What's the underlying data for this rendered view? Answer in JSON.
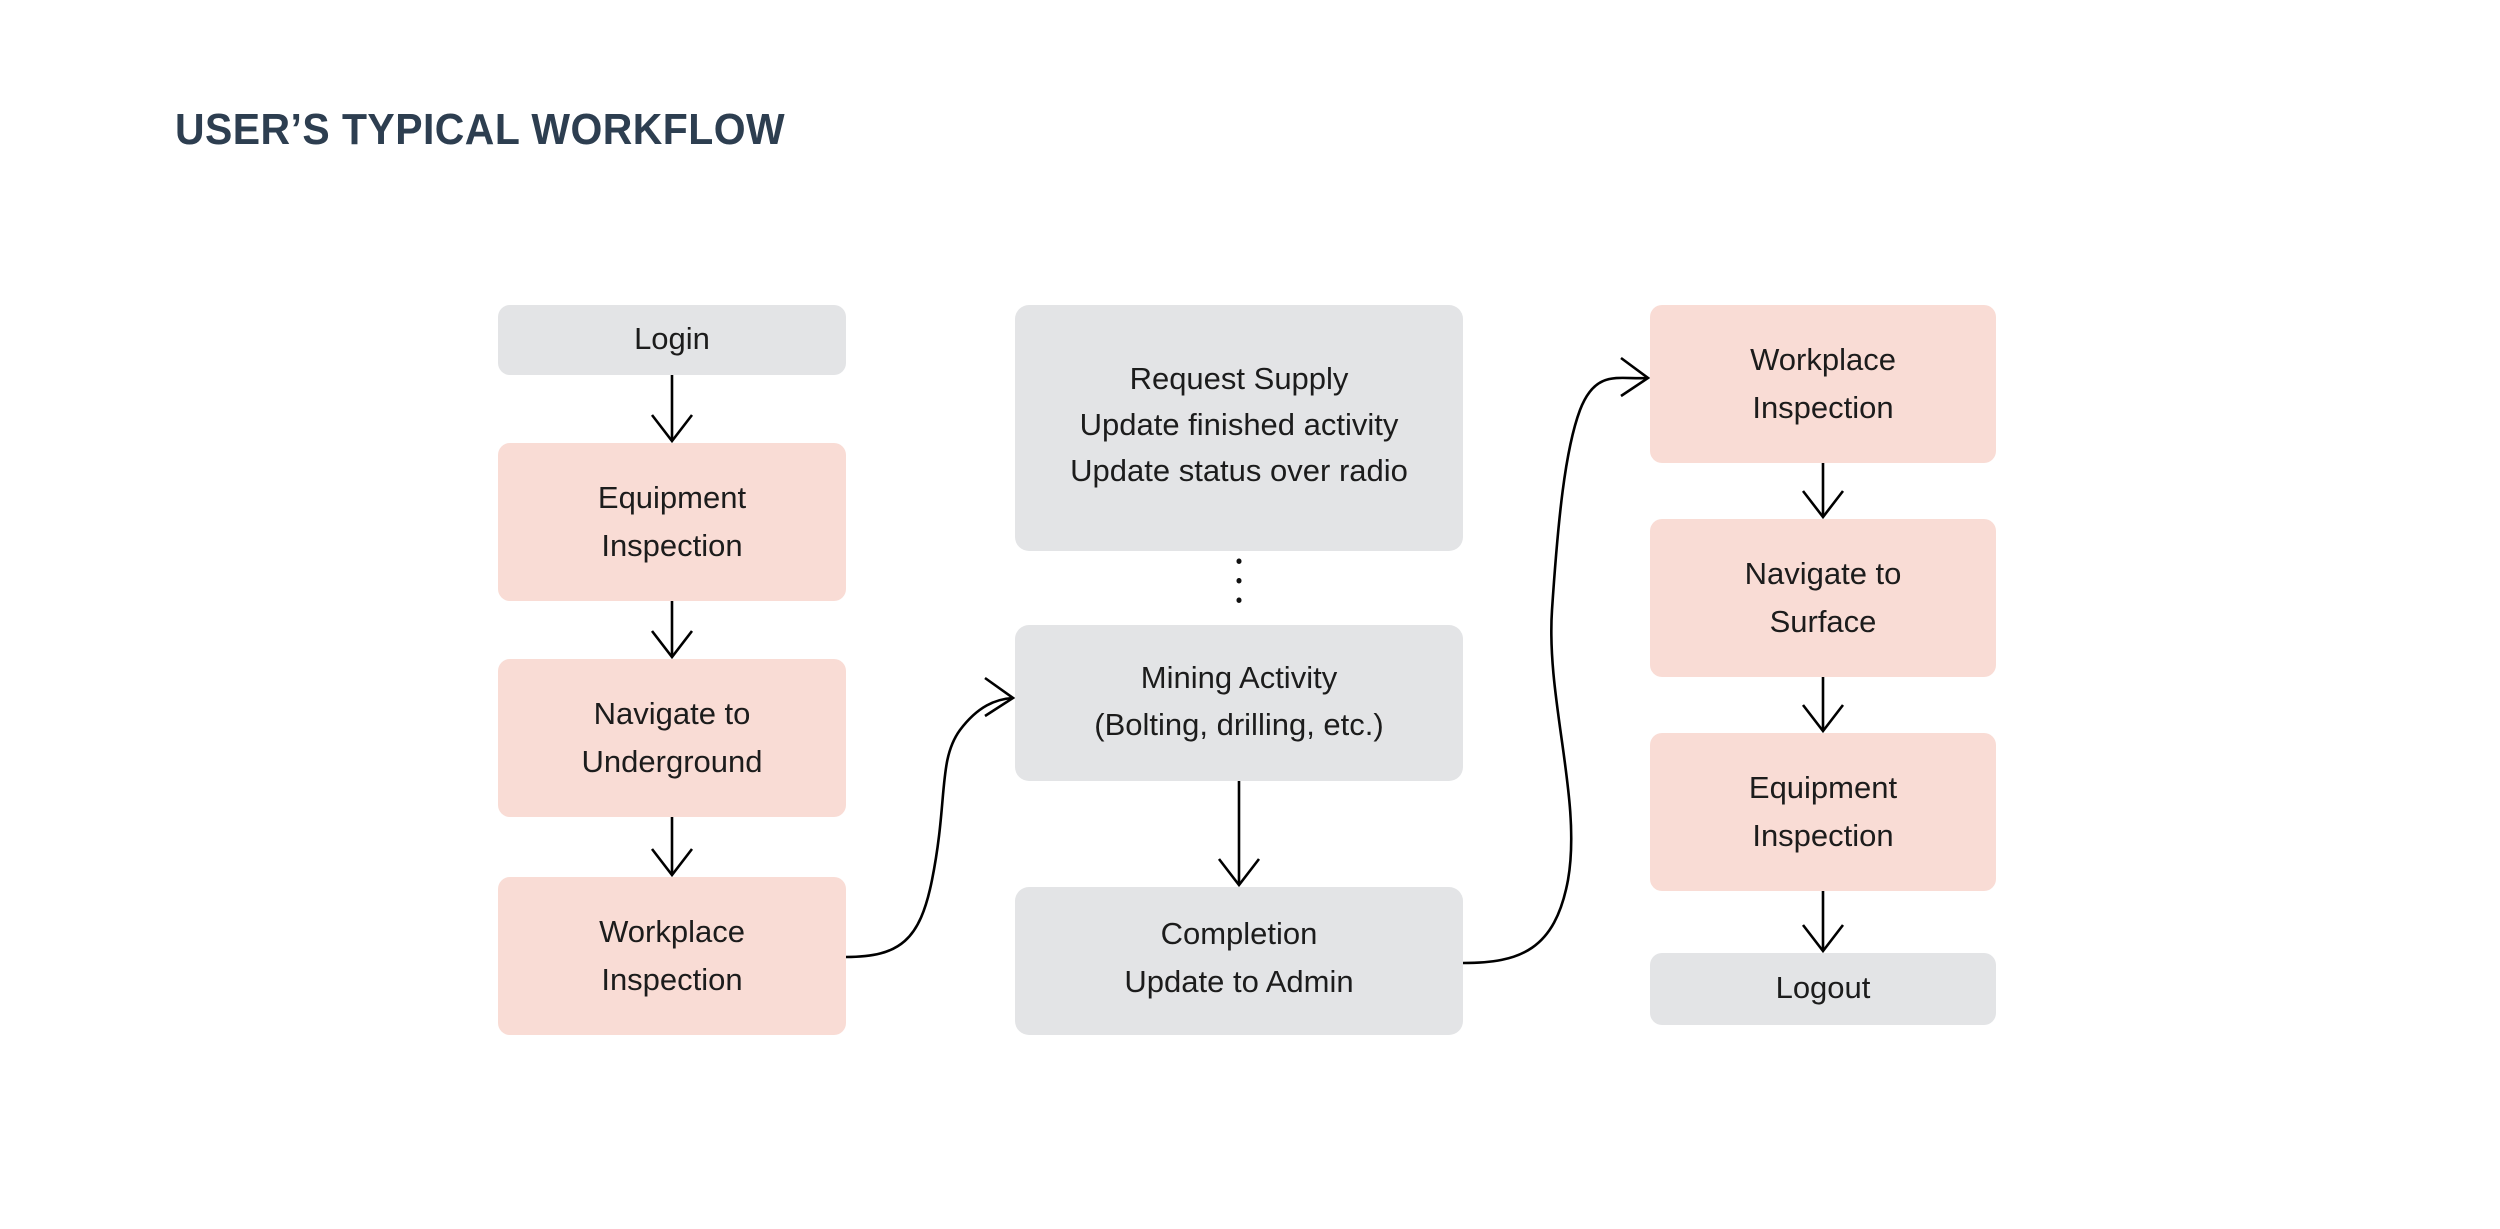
{
  "page": {
    "title": "USER’S TYPICAL WORKFLOW",
    "background_color": "#ffffff",
    "title_color": "#2d3e50"
  },
  "colors": {
    "node_gray": "#e3e4e6",
    "node_pink": "#f9dcd5",
    "text": "#1c1c1c",
    "connector": "#000000"
  },
  "columns": [
    {
      "name": "underground-entry-column",
      "nodes": [
        {
          "id": "login",
          "label": "Login",
          "lines": [
            "Login"
          ],
          "style": "gray"
        },
        {
          "id": "equipment-inspection-start",
          "label": "Equipment Inspection",
          "lines": [
            "Equipment",
            "Inspection"
          ],
          "style": "pink"
        },
        {
          "id": "navigate-to-underground",
          "label": "Navigate to Underground",
          "lines": [
            "Navigate to",
            "Underground"
          ],
          "style": "pink"
        },
        {
          "id": "workplace-inspection-underground",
          "label": "Workplace Inspection",
          "lines": [
            "Workplace",
            "Inspection"
          ],
          "style": "pink"
        }
      ]
    },
    {
      "name": "mining-activity-column",
      "nodes": [
        {
          "id": "supply-and-status-updates",
          "label": "Request Supply / Update finished activity / Update status over radio",
          "lines": [
            "Request Supply",
            "Update finished activity",
            "Update status over radio"
          ],
          "style": "gray"
        },
        {
          "id": "mining-activity",
          "label": "Mining Activity (Bolting, drilling, etc.)",
          "lines": [
            "Mining Activity",
            "(Bolting, drilling, etc.)"
          ],
          "style": "gray"
        },
        {
          "id": "completion-update-to-admin",
          "label": "Completion Update to Admin",
          "lines": [
            "Completion",
            "Update to Admin"
          ],
          "style": "gray"
        }
      ]
    },
    {
      "name": "surface-exit-column",
      "nodes": [
        {
          "id": "workplace-inspection-exit",
          "label": "Workplace Inspection",
          "lines": [
            "Workplace",
            "Inspection"
          ],
          "style": "pink"
        },
        {
          "id": "navigate-to-surface",
          "label": "Navigate to Surface",
          "lines": [
            "Navigate to",
            "Surface"
          ],
          "style": "pink"
        },
        {
          "id": "equipment-inspection-end",
          "label": "Equipment Inspection",
          "lines": [
            "Equipment",
            "Inspection"
          ],
          "style": "pink"
        },
        {
          "id": "logout",
          "label": "Logout",
          "lines": [
            "Logout"
          ],
          "style": "gray"
        }
      ]
    }
  ],
  "connectors": [
    {
      "id": "login-to-equipment-inspection",
      "from": "login",
      "to": "equipment-inspection-start",
      "type": "straight-arrow"
    },
    {
      "id": "equipment-inspection-to-navigate-underground",
      "from": "equipment-inspection-start",
      "to": "navigate-to-underground",
      "type": "straight-arrow"
    },
    {
      "id": "navigate-underground-to-workplace-inspection",
      "from": "navigate-to-underground",
      "to": "workplace-inspection-underground",
      "type": "straight-arrow"
    },
    {
      "id": "workplace-inspection-to-mining-activity",
      "from": "workplace-inspection-underground",
      "to": "mining-activity",
      "type": "curved-arrow"
    },
    {
      "id": "supply-updates-to-mining-activity",
      "from": "supply-and-status-updates",
      "to": "mining-activity",
      "type": "dotted"
    },
    {
      "id": "mining-activity-to-completion",
      "from": "mining-activity",
      "to": "completion-update-to-admin",
      "type": "straight-arrow"
    },
    {
      "id": "completion-to-workplace-inspection-exit",
      "from": "completion-update-to-admin",
      "to": "workplace-inspection-exit",
      "type": "curved-arrow"
    },
    {
      "id": "workplace-inspection-exit-to-navigate-surface",
      "from": "workplace-inspection-exit",
      "to": "navigate-to-surface",
      "type": "straight-arrow"
    },
    {
      "id": "navigate-surface-to-equipment-inspection",
      "from": "navigate-to-surface",
      "to": "equipment-inspection-end",
      "type": "straight-arrow"
    },
    {
      "id": "equipment-inspection-to-logout",
      "from": "equipment-inspection-end",
      "to": "logout",
      "type": "straight-arrow"
    }
  ]
}
